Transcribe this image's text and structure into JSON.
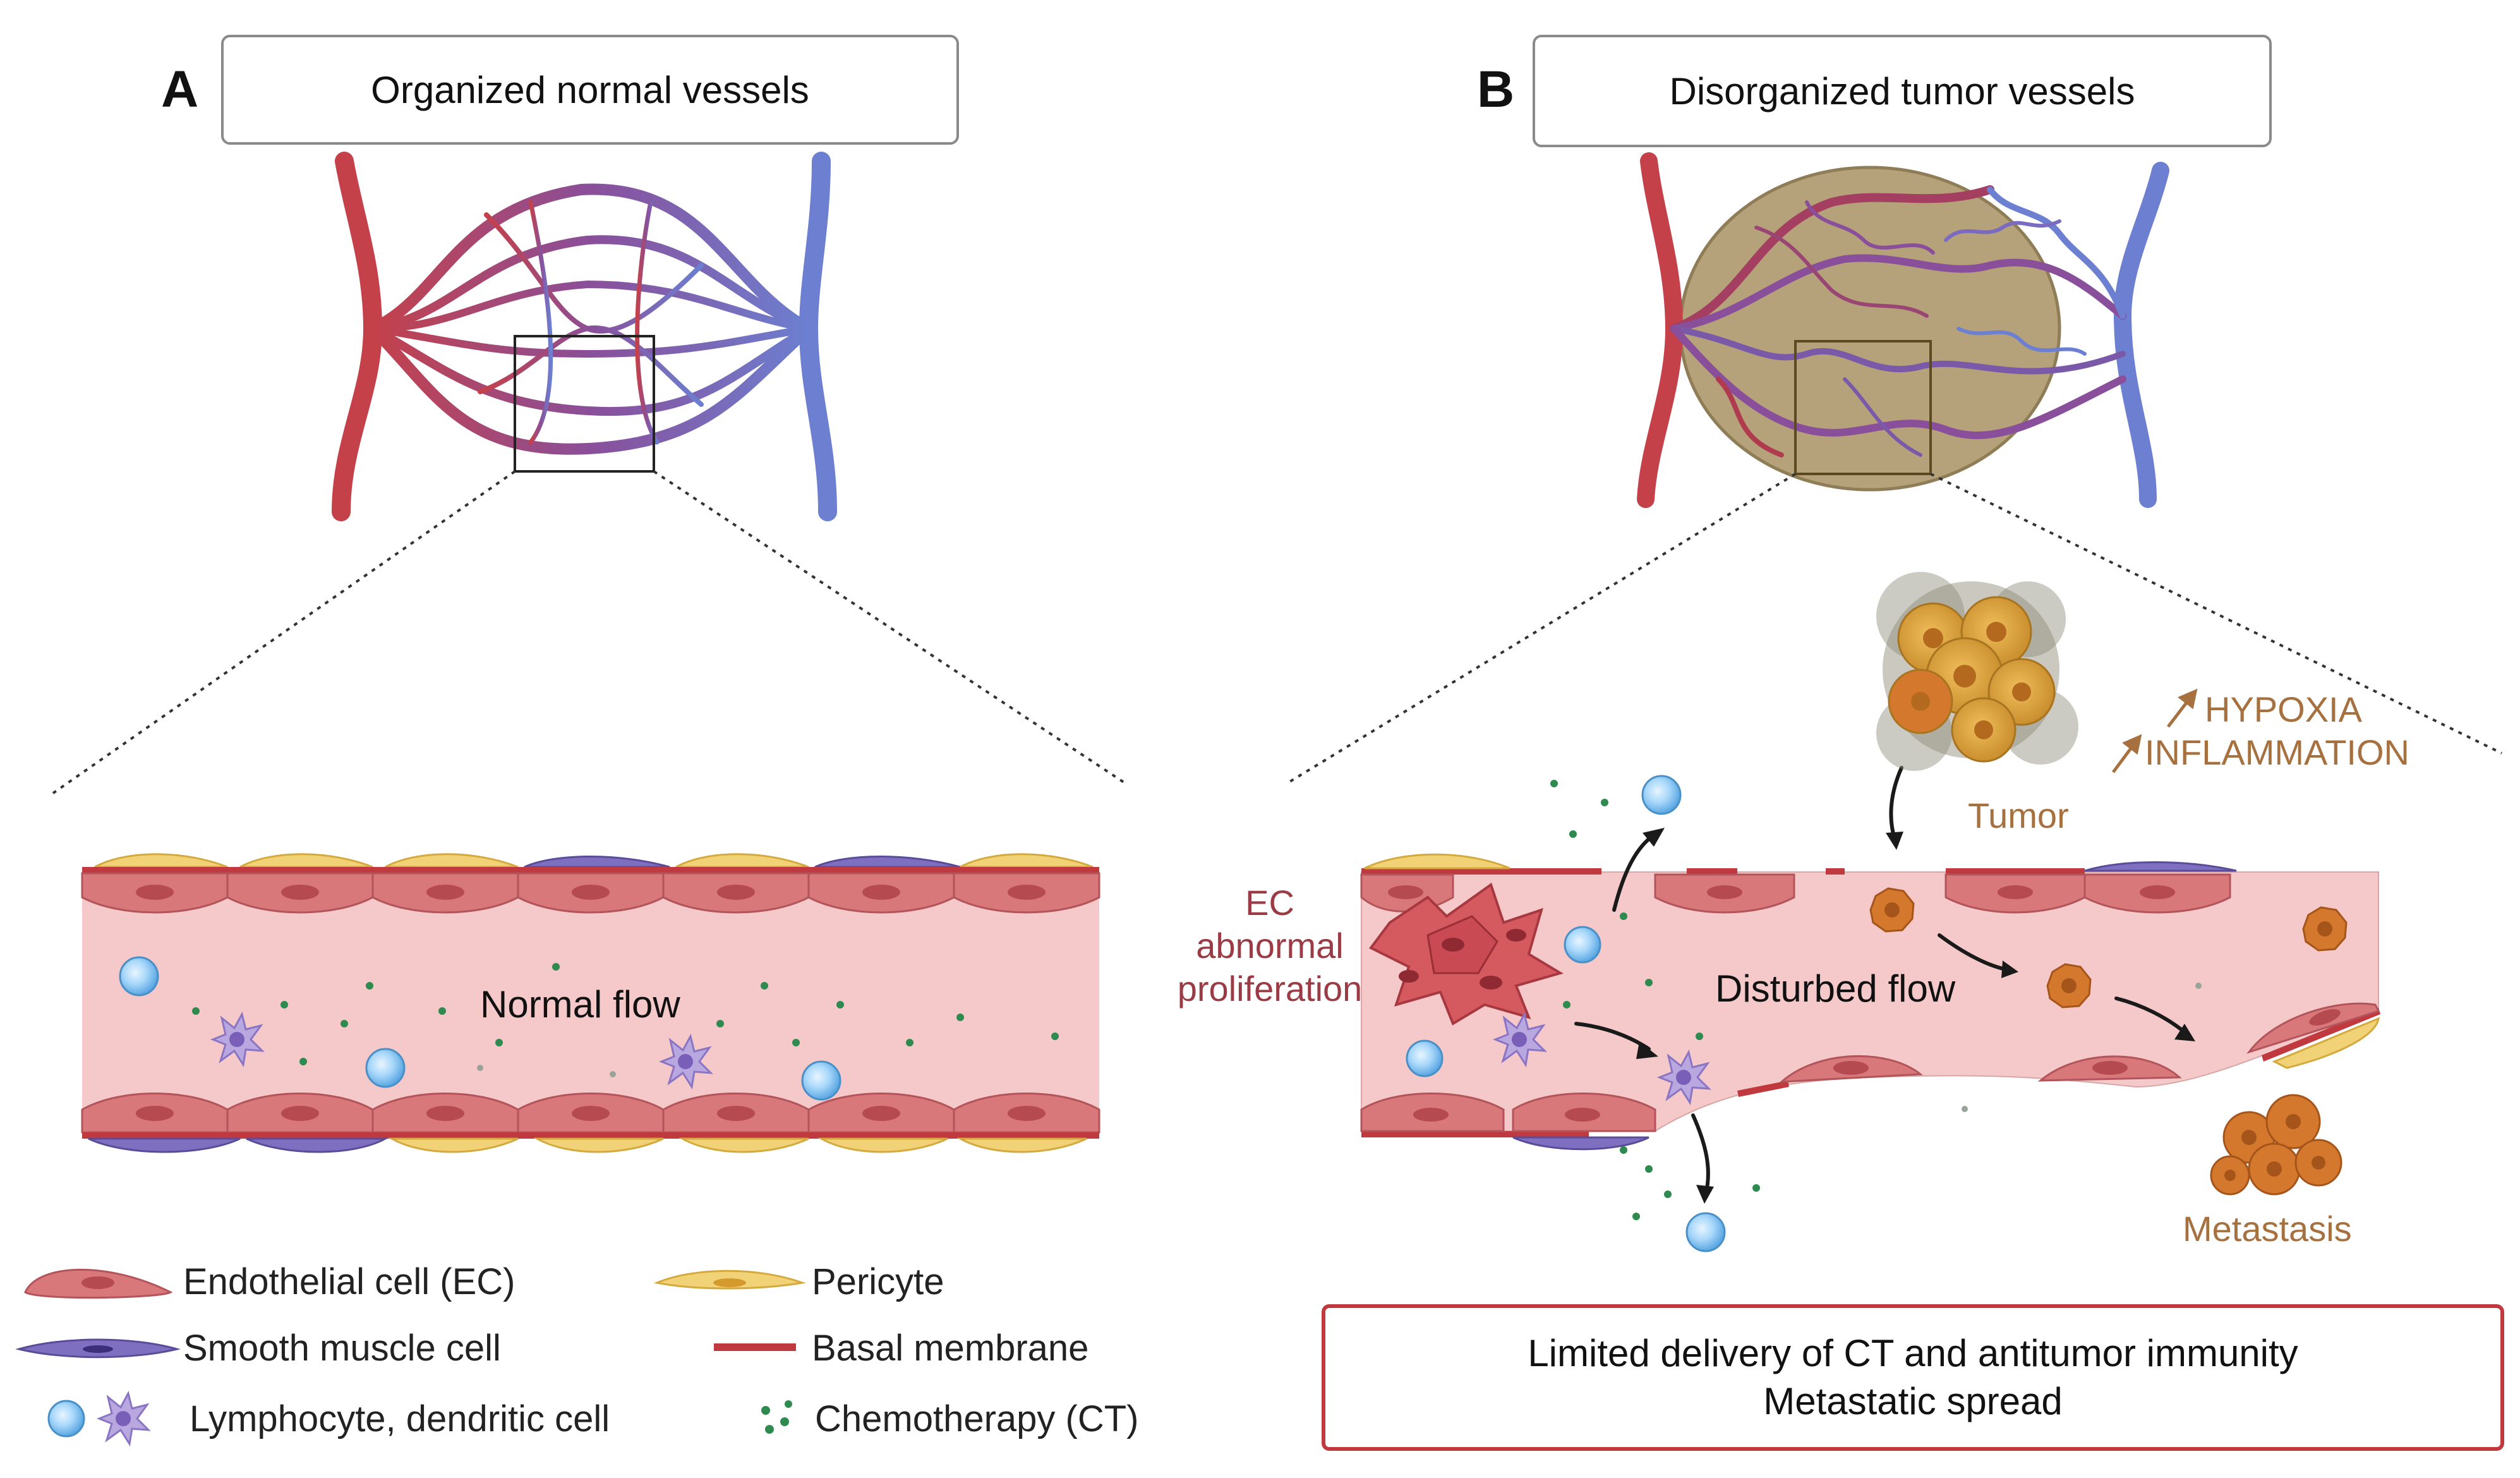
{
  "panels": {
    "a": {
      "letter": "A",
      "title": "Organized normal vessels",
      "flow_label": "Normal flow"
    },
    "b": {
      "letter": "B",
      "title": "Disorganized tumor vessels",
      "flow_label": "Disturbed flow"
    }
  },
  "annotations": {
    "ec_line1": "EC",
    "ec_line2": "abnormal",
    "ec_line3": "proliferation",
    "tumor": "Tumor",
    "hypoxia": "HYPOXIA",
    "inflammation": "INFLAMMATION",
    "metastasis": "Metastasis"
  },
  "outcome": {
    "line1": "Limited delivery of CT and antitumor immunity",
    "line2": "Metastatic spread"
  },
  "legend": {
    "endothelial": "Endothelial cell (EC)",
    "smooth_muscle": "Smooth muscle cell",
    "lymphocyte": "Lymphocyte, dendritic cell",
    "pericyte": "Pericyte",
    "basal": "Basal membrane",
    "chemo": "Chemotherapy (CT)"
  },
  "colors": {
    "artery": "#c4414a",
    "vein": "#6c7fd0",
    "vessel_lumen": "#f5c9c9",
    "endothelial": "#d9787b",
    "endothelial_nucleus": "#b54a50",
    "pericyte": "#f2d277",
    "smooth_muscle": "#7f6fc0",
    "basal_membrane": "#c0393f",
    "tumor_mass": "#b5a27a",
    "tumor_cell": "#d99a3a",
    "metastasis": "#d4782e",
    "lymphocyte": "#8ec9f5",
    "chemo_dot": "#2f8a4f",
    "annotation_red": "#9b3b45",
    "annotation_orange": "#a6703f"
  }
}
